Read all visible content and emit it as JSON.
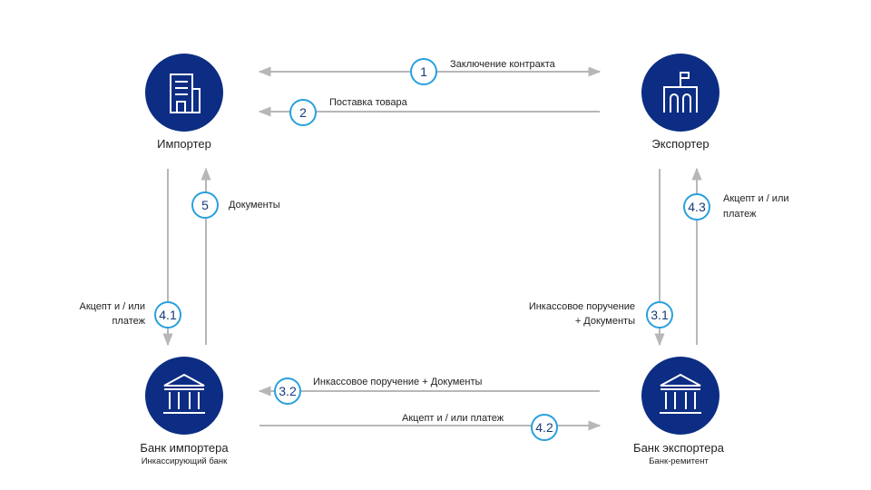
{
  "nodes": {
    "importer": {
      "label": "Импортер"
    },
    "exporter": {
      "label": "Экспортер"
    },
    "importer_bank": {
      "label": "Банк импортера",
      "sublabel": "Инкассирующий банк"
    },
    "exporter_bank": {
      "label": "Банк экспортера",
      "sublabel": "Банк-ремитент"
    }
  },
  "steps": {
    "s1": {
      "number": "1",
      "label": "Заключение контракта"
    },
    "s2": {
      "number": "2",
      "label": "Поставка товара"
    },
    "s3_1": {
      "number": "3.1",
      "line1": "Инкассовое поручение",
      "line2": "+ Документы"
    },
    "s3_2": {
      "number": "3.2",
      "label": "Инкассовое поручение + Документы"
    },
    "s4_1": {
      "number": "4.1",
      "line1": "Акцепт и / или",
      "line2": "платеж"
    },
    "s4_2": {
      "number": "4.2",
      "label": "Акцепт и / или платеж"
    },
    "s4_3": {
      "number": "4.3",
      "line1": "Акцепт и / или",
      "line2": "платеж"
    },
    "s5": {
      "number": "5",
      "label": "Документы"
    }
  },
  "colors": {
    "circle": "#0c2d83",
    "badge_border": "#2aa0dc",
    "arrow": "#b7b7b7",
    "badge_text": "#163a7a"
  }
}
